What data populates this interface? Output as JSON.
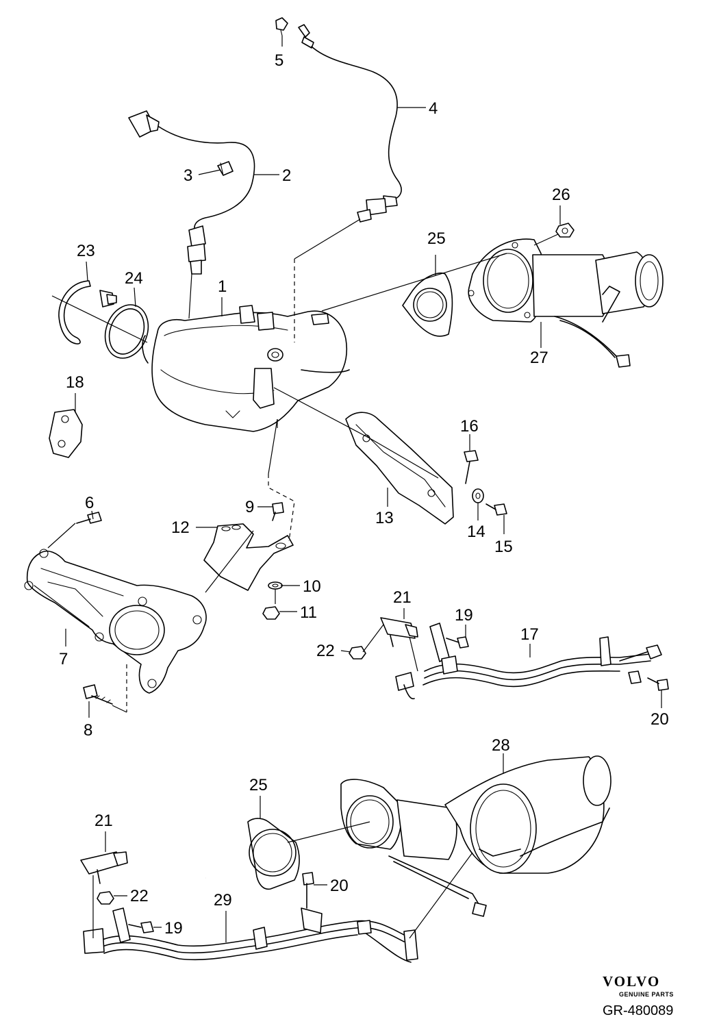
{
  "callouts": {
    "c1": "1",
    "c2": "2",
    "c3": "3",
    "c4": "4",
    "c5": "5",
    "c6": "6",
    "c7": "7",
    "c8": "8",
    "c9": "9",
    "c10": "10",
    "c11": "11",
    "c12": "12",
    "c13": "13",
    "c14": "14",
    "c15": "15",
    "c16": "16",
    "c17": "17",
    "c18": "18",
    "c19a": "19",
    "c19b": "19",
    "c20a": "20",
    "c20b": "20",
    "c21a": "21",
    "c21b": "21",
    "c22a": "22",
    "c22b": "22",
    "c23": "23",
    "c24": "24",
    "c25a": "25",
    "c25b": "25",
    "c26": "26",
    "c27": "27",
    "c28": "28",
    "c29": "29"
  },
  "brand": {
    "name": "VOLVO",
    "subtitle": "GENUINE PARTS",
    "reference": "GR-480089"
  }
}
